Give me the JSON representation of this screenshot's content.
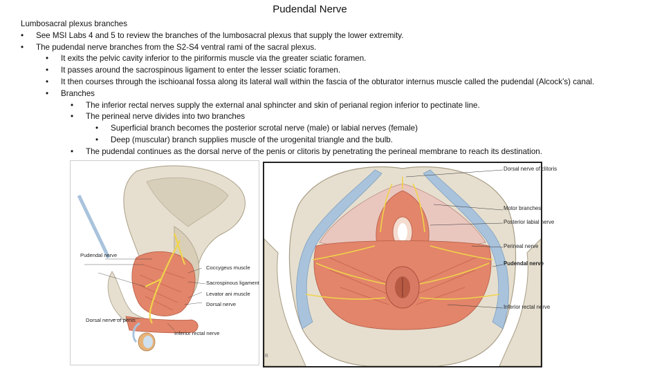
{
  "slide": {
    "title": "Pudendal Nerve",
    "lines": [
      {
        "level": 0,
        "bullet": "",
        "text": "Lumbosacral plexus branches"
      },
      {
        "level": 1,
        "bullet": "•",
        "text": "See MSI Labs 4 and 5 to review the branches of the lumbosacral plexus that supply the lower extremity."
      },
      {
        "level": 1,
        "bullet": "•",
        "text": "The pudendal nerve branches from the S2-S4 ventral rami of the sacral plexus."
      },
      {
        "level": 2,
        "bullet": "•",
        "text": "It exits the pelvic cavity inferior to the piriformis muscle via the greater sciatic foramen."
      },
      {
        "level": 2,
        "bullet": "•",
        "text": "It passes around the sacrospinous ligament to enter the lesser sciatic foramen."
      },
      {
        "level": 2,
        "bullet": "•",
        "text": "It then courses through the ischioanal fossa along its lateral wall within the fascia of the obturator internus muscle called the pudendal (Alcock’s) canal."
      },
      {
        "level": 2,
        "bullet": "•",
        "text": "Branches"
      },
      {
        "level": 3,
        "bullet": "•",
        "text": "The inferior rectal nerves supply the external anal sphincter and skin of perianal region inferior to pectinate line."
      },
      {
        "level": 3,
        "bullet": "•",
        "text": "The perineal nerve divides into two branches"
      },
      {
        "level": 4,
        "bullet": "•",
        "text": "Superficial branch becomes the posterior scrotal nerve (male) or labial nerves (female)"
      },
      {
        "level": 4,
        "bullet": "•",
        "text": "Deep (muscular) branch supplies muscle of the urogenital triangle and the bulb."
      },
      {
        "level": 3,
        "bullet": "•",
        "text": "The pudendal continues as the dorsal nerve of the penis or clitoris by penetrating the perineal membrane to reach its destination."
      }
    ]
  },
  "figure_right": {
    "labels": [
      {
        "text": "Dorsal nerve of clitoris",
        "bold": false
      },
      {
        "text": "Motor branches",
        "bold": false
      },
      {
        "text": "Posterior labial nerve",
        "bold": false
      },
      {
        "text": "Perineal nerve",
        "bold": false
      },
      {
        "text": "Pudendal nerve",
        "bold": true
      },
      {
        "text": "Inferior rectal nerve",
        "bold": false
      }
    ],
    "corner_label": "B"
  },
  "figure_left": {
    "labels": {
      "pudendal_nerve": "Pudendal nerve",
      "coccygeus_muscle": "Coccygeus muscle",
      "sacrospinous_ligament": "Sacrospinous ligament",
      "levator_ani_muscle": "Levator ani muscle",
      "dorsal_nerve": "Dorsal nerve",
      "dorsal_nerve_penis": "Dorsal nerve of penis",
      "inferior_rectal_nerve": "Inferior rectal nerve"
    }
  },
  "colors": {
    "muscle": "#e2856a",
    "muscle_dark": "#c9614a",
    "bone": "#e6dfcf",
    "bone_shadow": "#b9ae97",
    "nerve": "#f0d34a",
    "fascia_blue": "#a9c3dc"
  }
}
